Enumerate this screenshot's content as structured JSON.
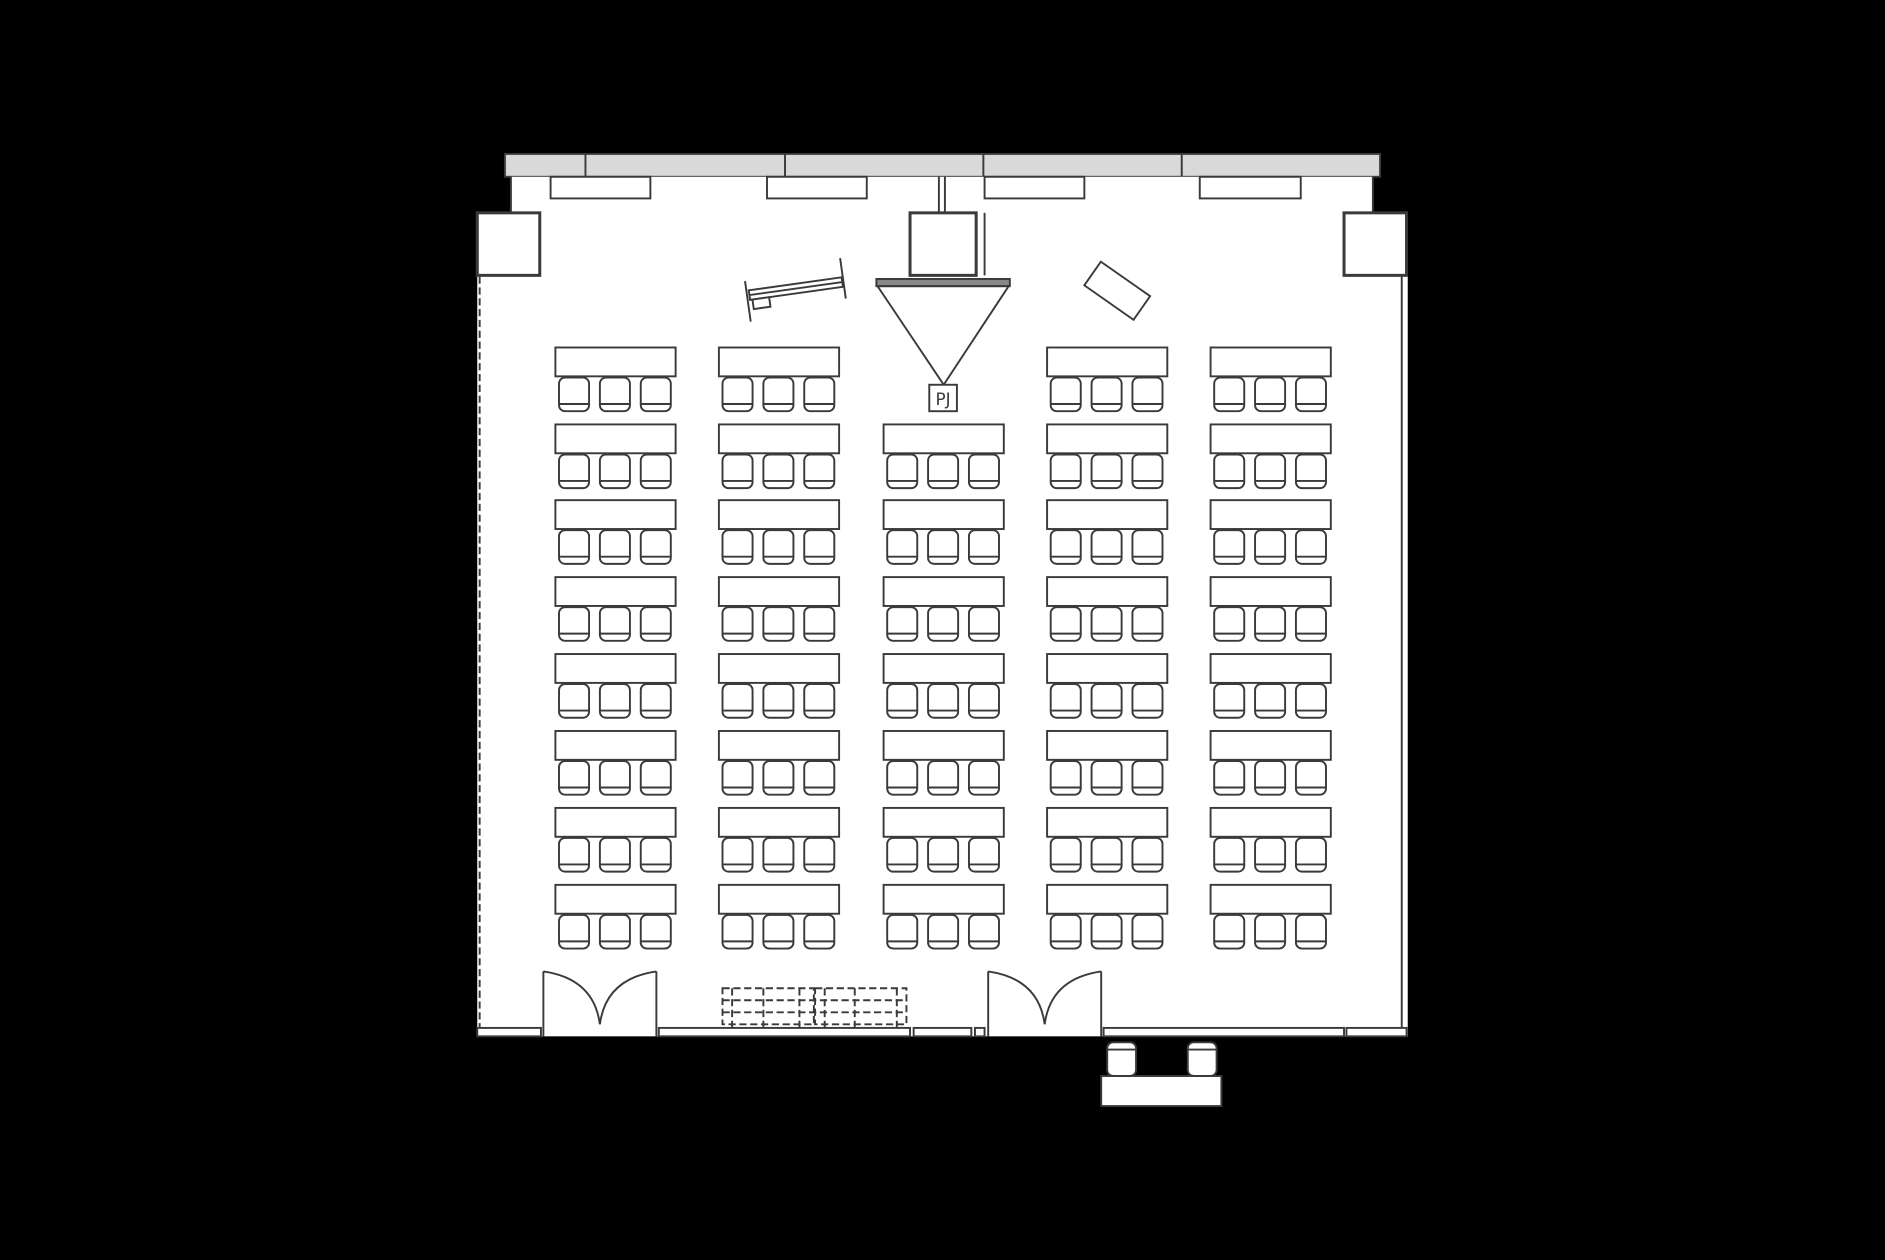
{
  "labels": {
    "projector": "PJ"
  },
  "seating": {
    "columns": 5,
    "rows": 8,
    "chairs_per_desk": 3,
    "center_column_skips_first_row": true
  },
  "entrance_seating": {
    "chairs": 2
  },
  "colors": {
    "background": "#000000",
    "floor": "#ffffff",
    "line": "#3a3a3a",
    "window_band": "#d9d9d9"
  }
}
